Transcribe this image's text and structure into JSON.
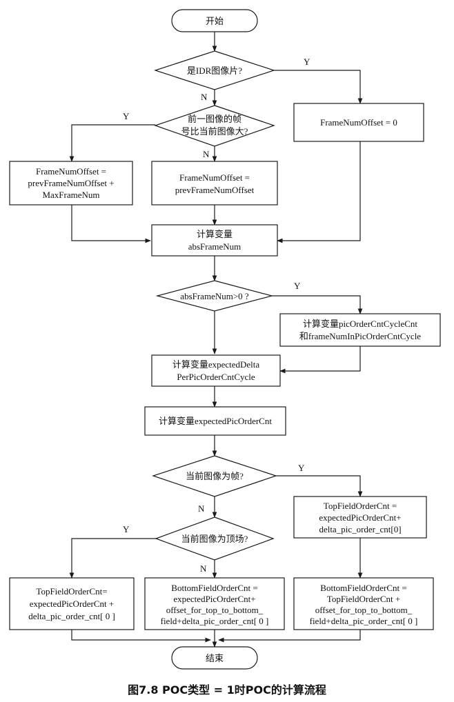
{
  "nodes": {
    "start": "开始",
    "is_idr": "是IDR图像片?",
    "frame_cmp_1": "前一图像的帧",
    "frame_cmp_2": "号比当前图像大?",
    "offset_zero": "FrameNumOffset = 0",
    "offset_max_1": "FrameNumOffset =",
    "offset_max_2": "prevFrameNumOffset +",
    "offset_max_3": "MaxFrameNum",
    "offset_prev_1": "FrameNumOffset =",
    "offset_prev_2": "prevFrameNumOffset",
    "abs_1": "计算变量",
    "abs_2": "absFrameNum",
    "abs_gt0": "absFrameNum>0 ?",
    "cycle_1": "计算变量picOrderCntCycleCnt",
    "cycle_2": "和frameNumInPicOrderCntCycle",
    "expdelta_1": "计算变量expectedDelta",
    "expdelta_2": "PerPicOrderCntCycle",
    "exppoc": "计算变量expectedPicOrderCnt",
    "is_frame": "当前图像为帧?",
    "is_top": "当前图像为顶场?",
    "top_frame_1": "TopFieldOrderCnt =",
    "top_frame_2": "expectedPicOrderCnt+",
    "top_frame_3": "delta_pic_order_cnt[0]",
    "top_field_1": "TopFieldOrderCnt=",
    "top_field_2": "expectedPicOrderCnt +",
    "top_field_3": "delta_pic_order_cnt[ 0 ]",
    "bottom_field_1": "BottomFieldOrderCnt =",
    "bottom_field_2": "expectedPicOrderCnt+",
    "bottom_field_3": "offset_for_top_to_bottom_",
    "bottom_field_4": "field+delta_pic_order_cnt[ 0 ]",
    "bottom_frame_1": "BottomFieldOrderCnt =",
    "bottom_frame_2": "TopFieldOrderCnt +",
    "bottom_frame_3": "offset_for_top_to_bottom_",
    "bottom_frame_4": "field+delta_pic_order_cnt[ 0 ]",
    "end": "结束"
  },
  "labels": {
    "yes": "Y",
    "no": "N"
  },
  "caption": "图7.8 POC类型 = 1时POC的计算流程"
}
